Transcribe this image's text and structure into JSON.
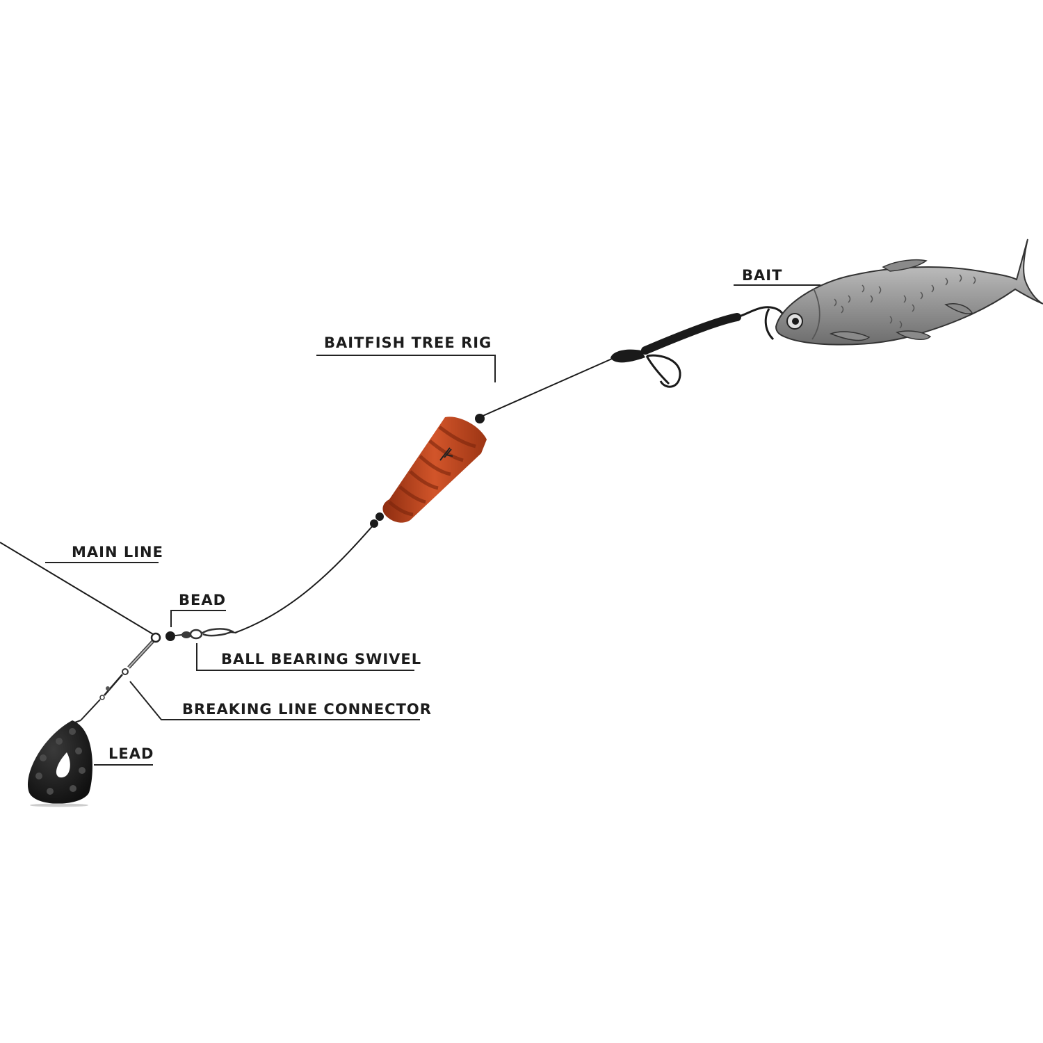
{
  "labels": {
    "bait": "BAIT",
    "rig": "BAITFISH TREE RIG",
    "main_line": "MAIN LINE",
    "bead": "BEAD",
    "swivel": "BALL BEARING SWIVEL",
    "connector": "BREAKING LINE CONNECTOR",
    "lead": "LEAD"
  },
  "colors": {
    "float": "#c4471e",
    "float_dark": "#8e2d10",
    "fish": "#a9a9a9",
    "lead": "#1e1e1e",
    "line": "#1a1a1a"
  }
}
